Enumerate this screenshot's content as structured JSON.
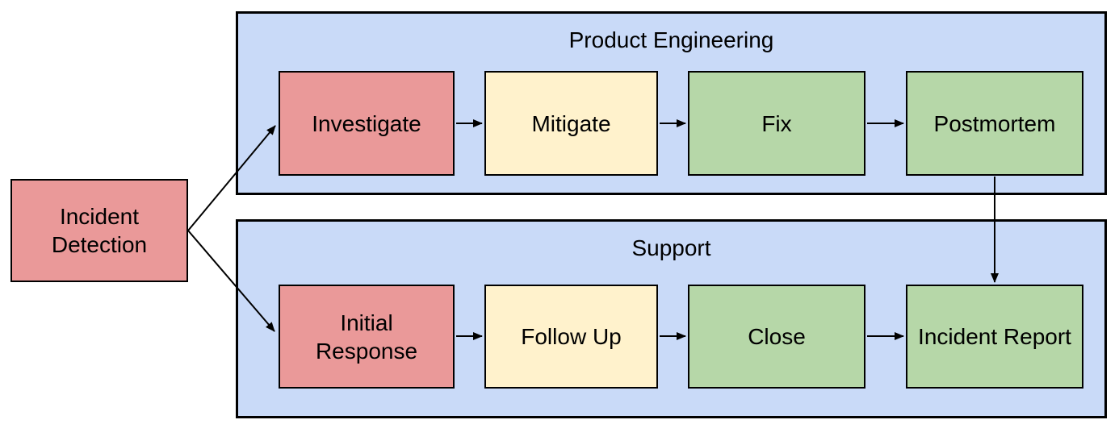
{
  "diagram": {
    "type": "flowchart",
    "background_color": "#ffffff",
    "border_color": "#000000",
    "text_color": "#000000",
    "source_node": {
      "label": "Incident Detection",
      "fill": "#ea9999"
    },
    "lanes": [
      {
        "label": "Product Engineering",
        "fill": "#c9daf8",
        "steps": [
          {
            "label": "Investigate",
            "fill": "#ea9999"
          },
          {
            "label": "Mitigate",
            "fill": "#fff2cc"
          },
          {
            "label": "Fix",
            "fill": "#b6d7a8"
          },
          {
            "label": "Postmortem",
            "fill": "#b6d7a8"
          }
        ]
      },
      {
        "label": "Support",
        "fill": "#c9daf8",
        "steps": [
          {
            "label": "Initial Response",
            "fill": "#ea9999"
          },
          {
            "label": "Follow Up",
            "fill": "#fff2cc"
          },
          {
            "label": "Close",
            "fill": "#b6d7a8"
          },
          {
            "label": "Incident Report",
            "fill": "#b6d7a8"
          }
        ]
      }
    ],
    "edges": [
      {
        "from": "Incident Detection",
        "to": "Investigate"
      },
      {
        "from": "Incident Detection",
        "to": "Initial Response"
      },
      {
        "from": "Investigate",
        "to": "Mitigate"
      },
      {
        "from": "Mitigate",
        "to": "Fix"
      },
      {
        "from": "Fix",
        "to": "Postmortem"
      },
      {
        "from": "Initial Response",
        "to": "Follow Up"
      },
      {
        "from": "Follow Up",
        "to": "Close"
      },
      {
        "from": "Close",
        "to": "Incident Report"
      },
      {
        "from": "Postmortem",
        "to": "Incident Report"
      }
    ]
  }
}
